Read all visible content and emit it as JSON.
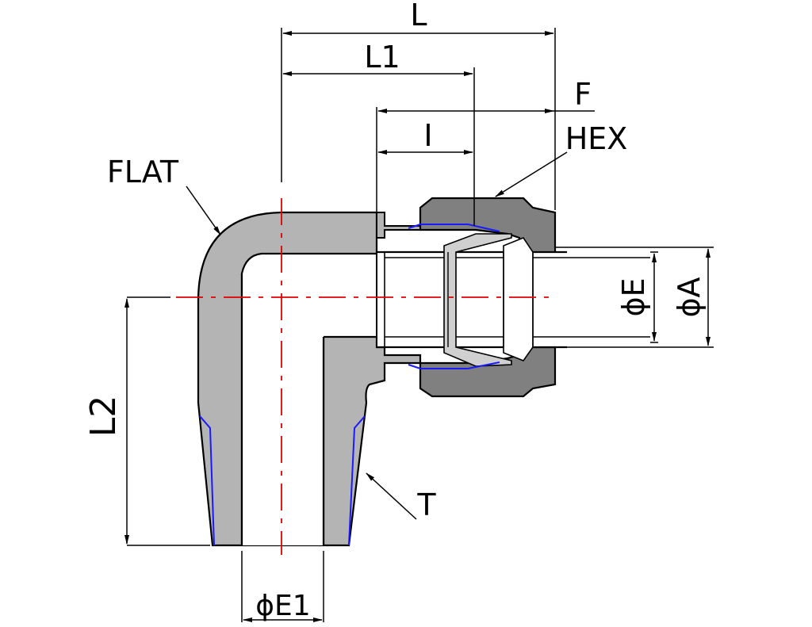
{
  "labels": {
    "L": "L",
    "L1": "L1",
    "F": "F",
    "I": "I",
    "HEX": "HEX",
    "FLAT": "FLAT",
    "L2": "L2",
    "T": "T",
    "phiE": "ϕE",
    "phiA": "ϕA",
    "phiE1": "ϕE1"
  },
  "colors": {
    "body": "#b4b4b4",
    "nut": "#808080",
    "centerline": "#e00000",
    "thread": "#1a1aff",
    "outline": "#000000"
  }
}
